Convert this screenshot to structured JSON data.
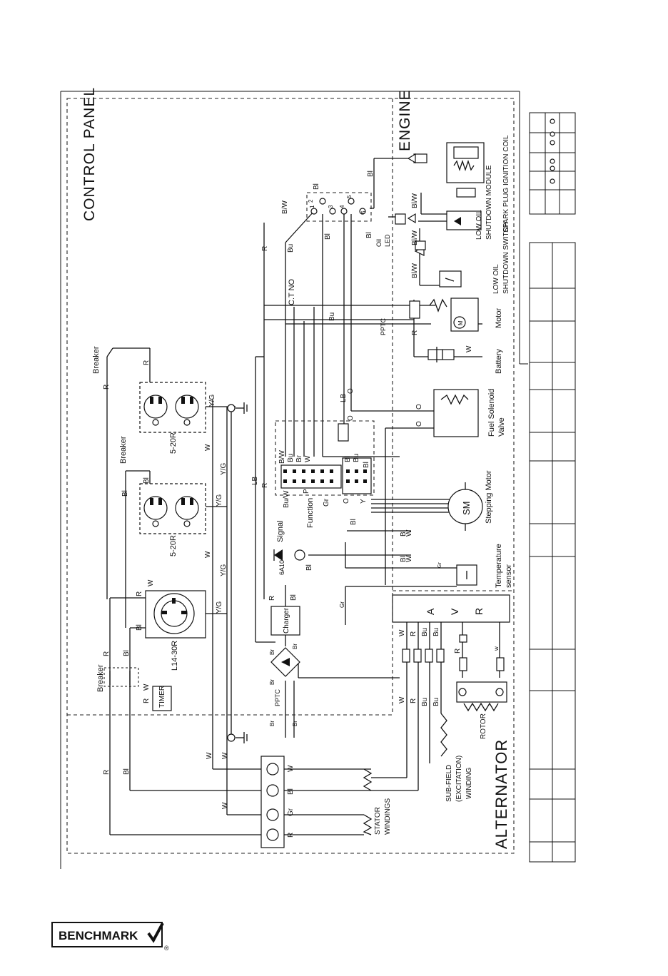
{
  "sections": {
    "control_panel": "CONTROL PANEL",
    "engine": "ENGINE",
    "alternator": "ALTERNATOR"
  },
  "components": {
    "breaker": "Breaker",
    "outlet_520r": "5-20R",
    "outlet_l14": "L14-30R",
    "timer": "TIMER",
    "charger": "Charger",
    "ptc": "PPTC",
    "diode": "6A10",
    "signal": "Signal",
    "function": "Function",
    "ct_no": "C.T NO",
    "stepping_motor": "Stepping Motor",
    "sm": "SM",
    "avr_a": "A",
    "avr_v": "V",
    "avr_r": "R",
    "temp_sensor_1": "Temperature",
    "temp_sensor_2": "sensor",
    "fuel_valve_1": "Fuel Solenoid",
    "fuel_valve_2": "Valve",
    "battery": "Battery",
    "motor": "Motor",
    "motor_m": "M",
    "oil_switch_1": "LOW OIL",
    "oil_switch_2": "SHUTDOWN SWITCH",
    "oil_module_1": "LOW OIL",
    "oil_module_2": "SHUTDOWN MODULE",
    "spark_plug": "SPARK PLUG",
    "ignition_coil": "IGNITION COIL",
    "oil_led_1": "Oil",
    "oil_led_2": "LED",
    "rotor": "ROTOR",
    "subfield_1": "SUB-FIELD",
    "subfield_2": "(EXCITATION)",
    "subfield_3": "WINDING",
    "stator_1": "STATOR",
    "stator_2": "WINDINGS",
    "lb": "LB"
  },
  "wire_codes": {
    "r": "R",
    "bl": "Bl",
    "w": "W",
    "yg": "Y/G",
    "gr": "Gr",
    "br": "Br",
    "bu": "Bu",
    "bw": "B/W",
    "blw": "Bl/W",
    "buw": "Bu/W",
    "o": "O",
    "lb": "LB",
    "p": "P",
    "y": "Y",
    "w_lower": "w"
  },
  "terminal_numbers": [
    "1",
    "2",
    "3",
    "4",
    "5",
    "6"
  ],
  "brand": {
    "name": "BENCHMARK",
    "mark": "®"
  }
}
